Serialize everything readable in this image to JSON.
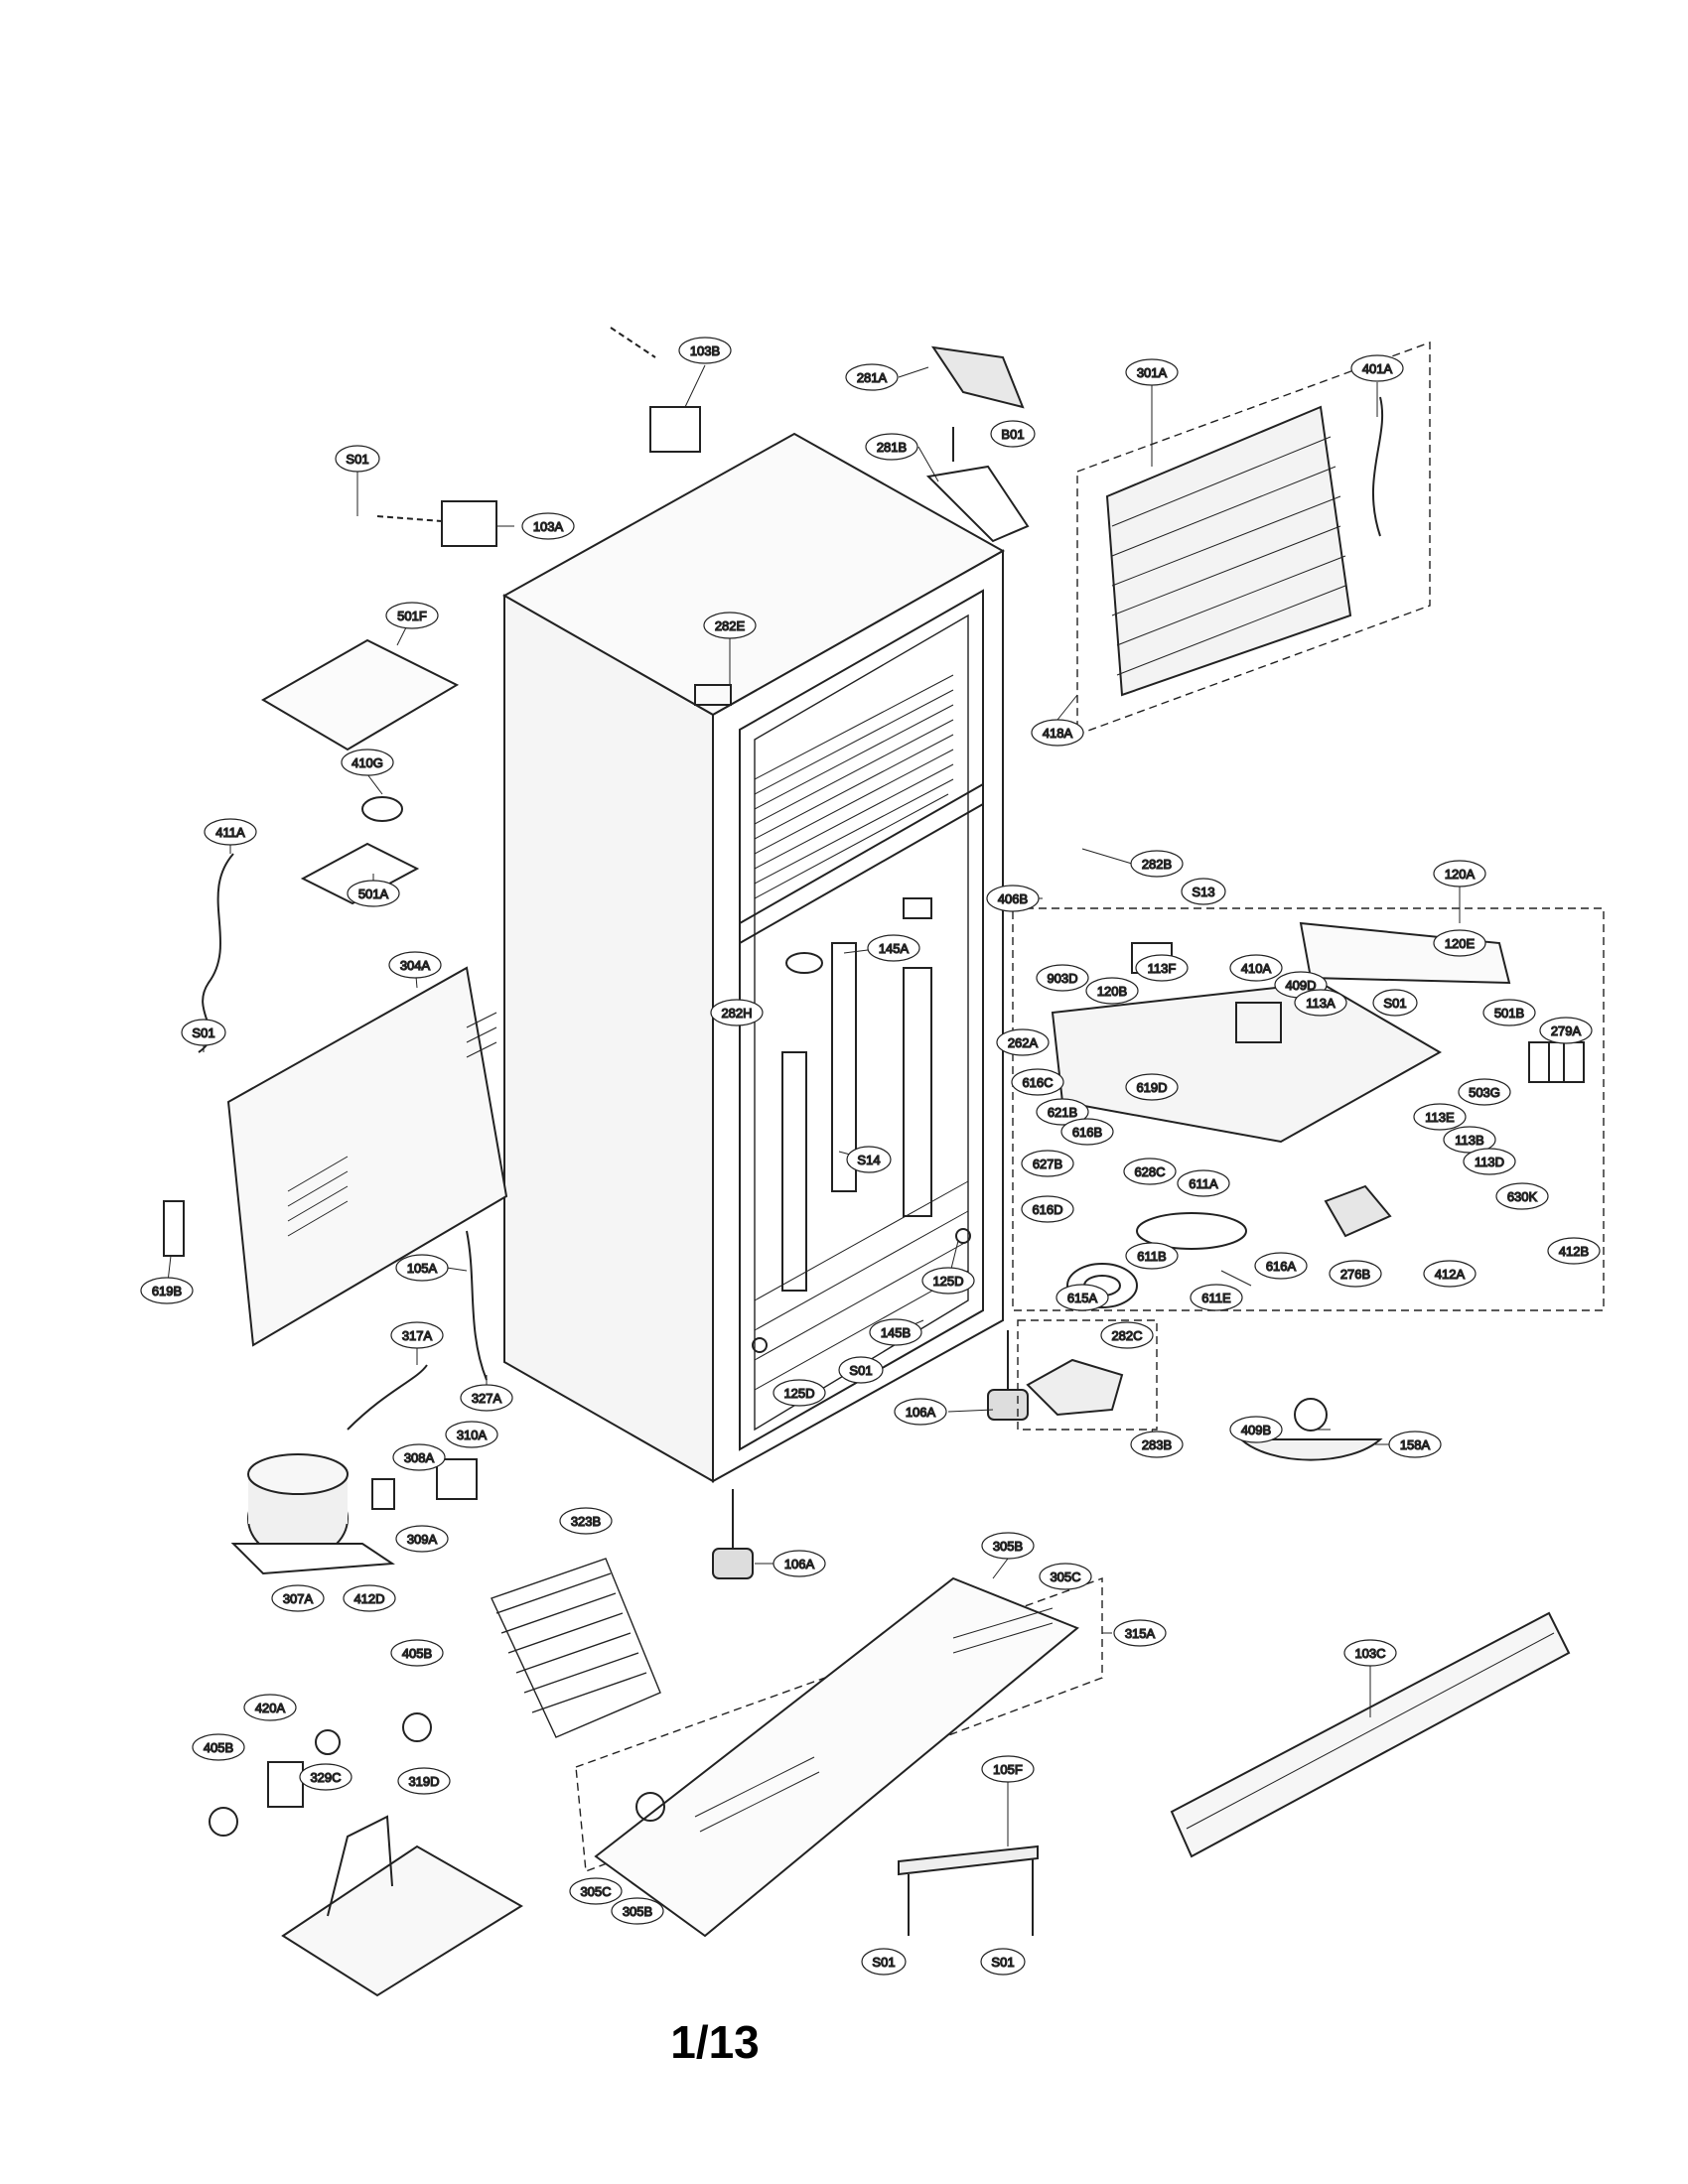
{
  "page": {
    "number": "1/13"
  },
  "parts": [
    "103B",
    "281A",
    "301A",
    "401A",
    "S01",
    "B01",
    "281B",
    "103A",
    "501F",
    "282E",
    "418A",
    "410G",
    "411A",
    "282B",
    "S13",
    "120A",
    "501A",
    "406B",
    "113F",
    "120E",
    "145A",
    "410A",
    "409D",
    "304A",
    "903D",
    "120B",
    "113A",
    "S01",
    "501B",
    "282H",
    "279A",
    "262A",
    "S01",
    "616C",
    "619D",
    "503G",
    "621B",
    "S14",
    "616B",
    "113E",
    "113B",
    "627B",
    "628C",
    "113D",
    "611A",
    "630K",
    "616D",
    "619B",
    "105A",
    "125D",
    "611B",
    "616A",
    "276B",
    "412A",
    "412B",
    "615A",
    "611E",
    "145B",
    "282C",
    "317A",
    "S01",
    "327A",
    "125D",
    "106A",
    "283B",
    "409B",
    "158A",
    "308A",
    "310A",
    "323B",
    "106A",
    "309A",
    "305B",
    "307A",
    "412D",
    "305C",
    "315A",
    "405B",
    "103C",
    "420A",
    "405B",
    "329C",
    "319D",
    "105F",
    "305C",
    "305B",
    "S01",
    "S01"
  ]
}
